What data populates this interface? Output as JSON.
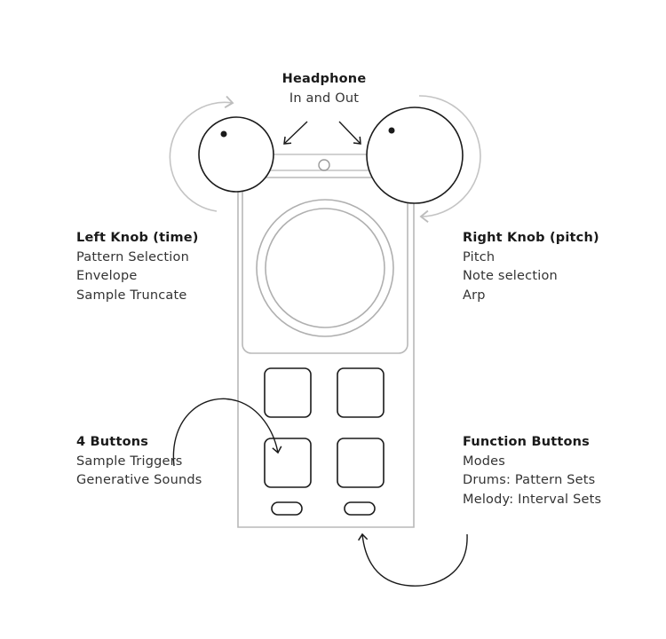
{
  "headphone": {
    "title": "Headphone",
    "subtitle": "In and Out"
  },
  "left_knob": {
    "title": "Left Knob (time)",
    "items": [
      "Pattern Selection",
      "Envelope",
      "Sample Truncate"
    ]
  },
  "right_knob": {
    "title": "Right Knob (pitch)",
    "items": [
      "Pitch",
      "Note selection",
      "Arp"
    ]
  },
  "buttons": {
    "title": "4 Buttons",
    "items": [
      "Sample Triggers",
      "Generative Sounds"
    ]
  },
  "function_buttons": {
    "title": "Function Buttons",
    "items": [
      "Modes",
      "Drums: Pattern Sets",
      "Melody: Interval Sets"
    ]
  },
  "colors": {
    "stroke": "#1a1a1a",
    "outline": "#b8b8b8",
    "arrow": "#c4c4c4"
  }
}
